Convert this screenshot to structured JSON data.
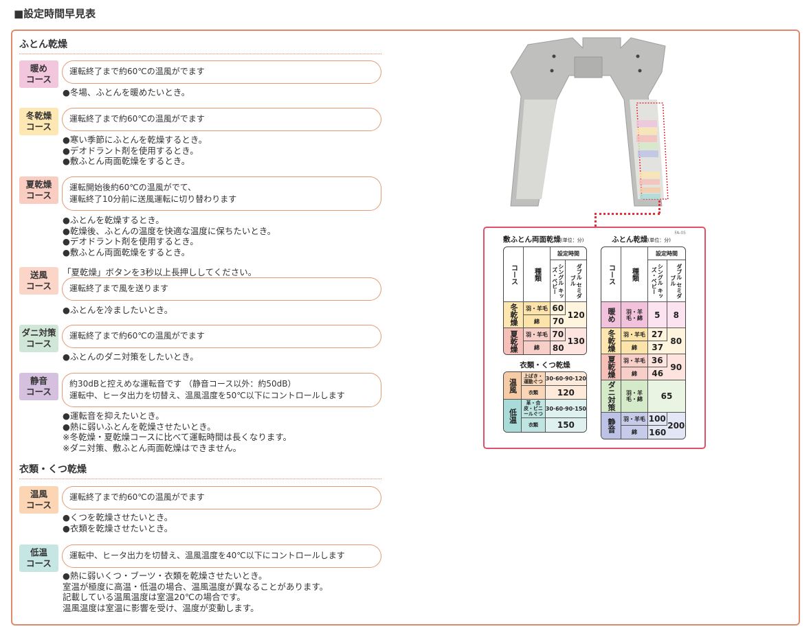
{
  "page_title": "■設定時間早見表",
  "futon_section": {
    "heading": "ふとん乾燥",
    "courses": [
      {
        "label_line1": "暖め",
        "label_line2": "コース",
        "color": "#f2c6dc",
        "desc": [
          "運転終了まで約60℃の温風がでます"
        ],
        "notes": [
          "●冬場、ふとんを暖めたいとき。"
        ]
      },
      {
        "label_line1": "冬乾燥",
        "label_line2": "コース",
        "color": "#fde8b4",
        "desc": [
          "運転終了まで約60℃の温風がでます"
        ],
        "notes": [
          "●寒い季節にふとんを乾燥するとき。",
          "●デオドラント剤を使用するとき。",
          "●敷ふとん両面乾燥をするとき。"
        ]
      },
      {
        "label_line1": "夏乾燥",
        "label_line2": "コース",
        "color": "#f9cdc2",
        "desc": [
          "運転開始後約60℃の温風がでて、",
          "運転終了10分前に送風運転に切り替わります"
        ],
        "notes": [
          "●ふとんを乾燥するとき。",
          "●乾燥後、ふとんの温度を快適な温度に保ちたいとき。",
          "●デオドラント剤を使用するとき。",
          "●敷ふとん両面乾燥をするとき。"
        ]
      },
      {
        "label_line1": "送風",
        "label_line2": "コース",
        "color": "#fbd5c7",
        "pre_note": "「夏乾燥」ボタンを3秒以上長押ししてください。",
        "desc": [
          "運転終了まで風を送ります"
        ],
        "notes": [
          "●ふとんを冷ましたいとき。"
        ]
      },
      {
        "label_line1": "ダニ対策",
        "label_line2": "コース",
        "color": "#d0e7d8",
        "desc": [
          "運転終了まで約60℃の温風がでます"
        ],
        "notes": [
          "●ふとんのダニ対策をしたいとき。"
        ]
      },
      {
        "label_line1": "静音",
        "label_line2": "コース",
        "color": "#d5c0df",
        "desc": [
          "約30dBと控えめな運転音です （静音コース以外：約50dB）",
          "運転中、ヒータ出力を切替え、温風温度を50℃以下にコントロールします"
        ],
        "notes": [
          "●運転音を抑えたいとき。",
          "●熱に弱いふとんを乾燥させたいとき。",
          "※冬乾燥・夏乾燥コースに比べて運転時間は長くなります。",
          "※ダニ対策、敷ふとん両面乾燥はできません。"
        ]
      }
    ]
  },
  "clothes_section": {
    "heading": "衣類・くつ乾燥",
    "courses": [
      {
        "label_line1": "温風",
        "label_line2": "コース",
        "color": "#fcd5b5",
        "desc": [
          "運転終了まで約60℃の温風がでます"
        ],
        "notes": [
          "●くつを乾燥させたいとき。",
          "●衣類を乾燥させたいとき。"
        ]
      },
      {
        "label_line1": "低温",
        "label_line2": "コース",
        "color": "#c6e6e3",
        "desc": [
          "運転中、ヒータ出力を切替え、温風温度を40℃以下にコントロールします"
        ],
        "notes": [
          "●熱に弱いくつ・ブーツ・衣類を乾燥させたいとき。",
          "室温が極度に高温・低温の場合、温風温度が異なることがあります。",
          "記載している温風温度は室温20℃の場合です。",
          "温風温度は室温に影響を受け、温度が変動します。"
        ]
      }
    ]
  },
  "reference_tables": {
    "model": "FA-05",
    "unit": "(単位：分)",
    "header": {
      "course": "コース",
      "type": "種類",
      "time": "設定時間",
      "col_single": "シングル キッズ・ベビー",
      "col_double": "ダブル セミダブル"
    },
    "double_sided": {
      "title": "敷ふとん両面乾燥",
      "rows": [
        {
          "course": "冬乾燥",
          "types": [
            {
              "type": "羽・羊毛",
              "single": "60"
            },
            {
              "type": "綿",
              "single": "70"
            }
          ],
          "double": "120"
        },
        {
          "course": "夏乾燥",
          "types": [
            {
              "type": "羽・羊毛",
              "single": "70"
            },
            {
              "type": "綿",
              "single": "80"
            }
          ],
          "double": "130"
        }
      ]
    },
    "clothes": {
      "title": "衣類・くつ乾燥",
      "rows": [
        {
          "course": "温風",
          "items": [
            {
              "type": "上ばき・運動ぐつ",
              "time": "30·60·90·120"
            },
            {
              "type": "衣類",
              "time": "120"
            }
          ]
        },
        {
          "course": "低温",
          "items": [
            {
              "type": "革・合皮・ビニールぐつ",
              "time": "30·60·90·150"
            },
            {
              "type": "衣類",
              "time": "150"
            }
          ]
        }
      ]
    },
    "futon": {
      "title": "ふとん乾燥",
      "rows": [
        {
          "course": "暖め",
          "types": [
            {
              "type": "羽・羊毛・綿",
              "single": "5"
            }
          ],
          "double": "8"
        },
        {
          "course": "冬乾燥",
          "types": [
            {
              "type": "羽・羊毛",
              "single": "27"
            },
            {
              "type": "綿",
              "single": "37"
            }
          ],
          "double": "80"
        },
        {
          "course": "夏乾燥",
          "types": [
            {
              "type": "羽・羊毛",
              "single": "36"
            },
            {
              "type": "綿",
              "single": "46"
            }
          ],
          "double": "90"
        },
        {
          "course": "ダニ対策",
          "types": [
            {
              "type": "羽・羊毛・綿"
            }
          ],
          "both": "65"
        },
        {
          "course": "静音",
          "types": [
            {
              "type": "羽・羊毛",
              "single": "100"
            },
            {
              "type": "綿",
              "single": "160"
            }
          ],
          "double": "200"
        }
      ]
    }
  },
  "colors": {
    "accent": "#e0886a",
    "panel_border": "#e0506a"
  }
}
